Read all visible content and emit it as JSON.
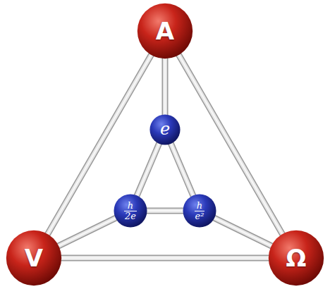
{
  "diagram": {
    "nodes": [
      {
        "text": [
          "A"
        ]
      },
      {
        "text": [
          "e"
        ]
      },
      {
        "text": [
          "h",
          "2e"
        ]
      },
      {
        "text": [
          "h",
          "e²"
        ]
      },
      {
        "text": [
          "V"
        ]
      },
      {
        "text": [
          "Ω"
        ]
      }
    ],
    "edges": [
      {
        "from": 0,
        "to": 4,
        "arrow": "none"
      },
      {
        "from": 0,
        "to": 5,
        "arrow": "none"
      },
      {
        "from": 4,
        "to": 5,
        "arrow": "none"
      },
      {
        "from": 0,
        "to": 1,
        "arrow": "none"
      },
      {
        "from": 1,
        "to": 2,
        "arrow": "none"
      },
      {
        "from": 1,
        "to": 3,
        "arrow": "none"
      },
      {
        "from": 2,
        "to": 3,
        "arrow": "none"
      },
      {
        "from": 2,
        "to": 4,
        "arrow": "none"
      },
      {
        "from": 3,
        "to": 5,
        "arrow": "none"
      }
    ]
  }
}
